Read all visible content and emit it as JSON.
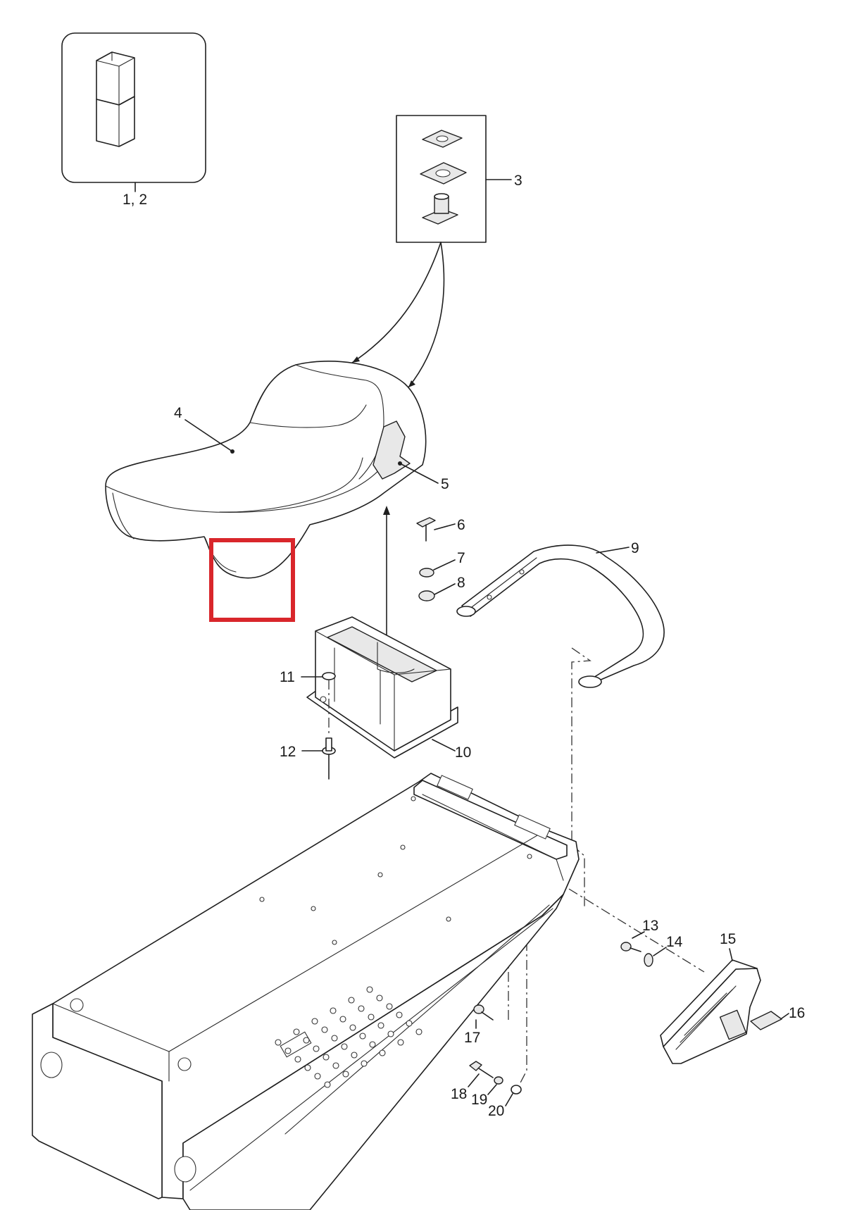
{
  "highlight_color": "#d9262b",
  "callouts": {
    "c1": "1, 2",
    "c3": "3",
    "c4": "4",
    "c5": "5",
    "c6": "6",
    "c7": "7",
    "c8": "8",
    "c9": "9",
    "c10": "10",
    "c11": "11",
    "c12": "12",
    "c13": "13",
    "c14": "14",
    "c15": "15",
    "c16": "16",
    "c17": "17",
    "c18": "18",
    "c19": "19",
    "c20": "20"
  }
}
